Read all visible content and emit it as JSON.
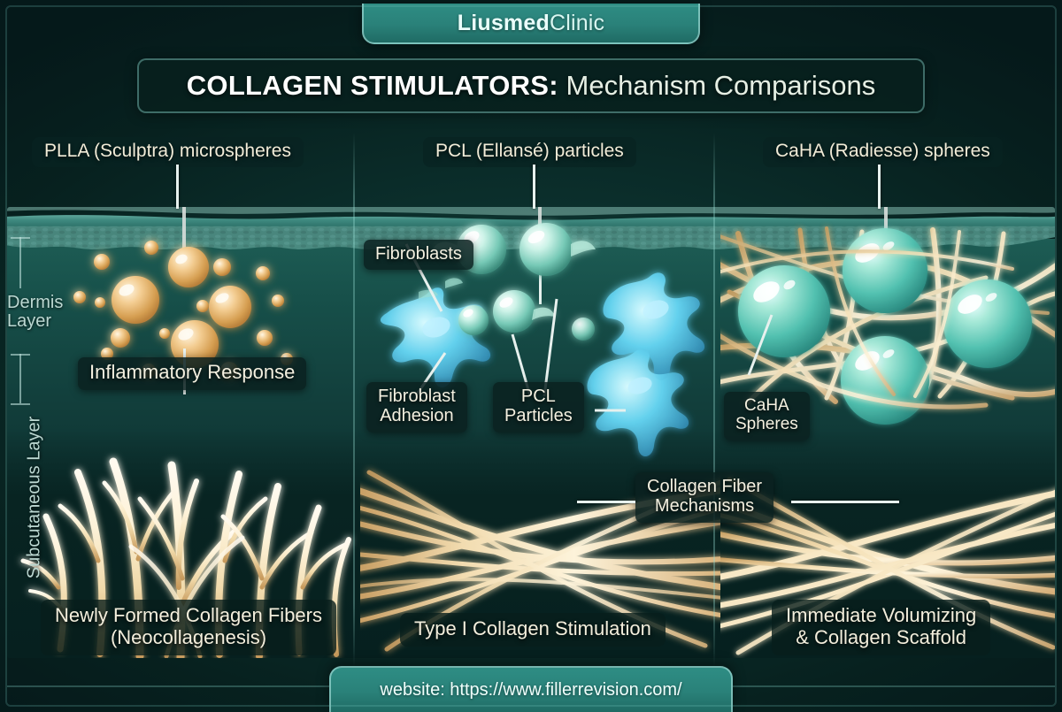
{
  "brand": {
    "bold": "Liusmed",
    "light": "Clinic"
  },
  "title": {
    "strong": "COLLAGEN STIMULATORS:",
    "light": " Mechanism Comparisons"
  },
  "layers": {
    "dermis": "Dermis\nLayer",
    "subcutaneous": "Subcutaneous Layer"
  },
  "columns": [
    {
      "id": "plla",
      "header": "PLLA (Sculptra) microspheres",
      "caption": "Newly Formed Collagen Fibers\n(Neocollagenesis)",
      "annotations": [
        {
          "name": "inflammatory-response",
          "label": "Inflammatory Response"
        }
      ]
    },
    {
      "id": "pcl",
      "header": "PCL (Ellansé) particles",
      "caption": "Type I Collagen Stimulation",
      "annotations": [
        {
          "name": "fibroblasts",
          "label": "Fibroblasts"
        },
        {
          "name": "fibroblast-adhesion",
          "label": "Fibroblast\nAdhesion"
        },
        {
          "name": "pcl-particles",
          "label": "PCL\nParticles"
        }
      ]
    },
    {
      "id": "caha",
      "header": "CaHA (Radiesse) spheres",
      "caption": "Immediate Volumizing\n& Collagen Scaffold",
      "annotations": [
        {
          "name": "caha-spheres",
          "label": "CaHA\nSpheres"
        }
      ]
    }
  ],
  "shared_annotations": [
    {
      "name": "collagen-fiber-mechanisms",
      "label": "Collagen Fiber\nMechanisms"
    }
  ],
  "footer": {
    "website": "website: https://www.fillerrevision.com/"
  },
  "colors": {
    "background_deep": "#061a18",
    "dermis_teal": "#17504a",
    "subcutaneous_dark": "#07211f",
    "brand_teal": "#2a8179",
    "microsphere_amber": "#f5c884",
    "fibroblast_cyan": "#6fe3f5",
    "pcl_particle_teal": "#8fe0d2",
    "caha_sphere_teal": "#5fd3c4",
    "collagen_fiber_tan": "#f6e2bd",
    "text_cream": "#f3eedc",
    "frame_line": "rgba(130,205,195,0.45)"
  }
}
